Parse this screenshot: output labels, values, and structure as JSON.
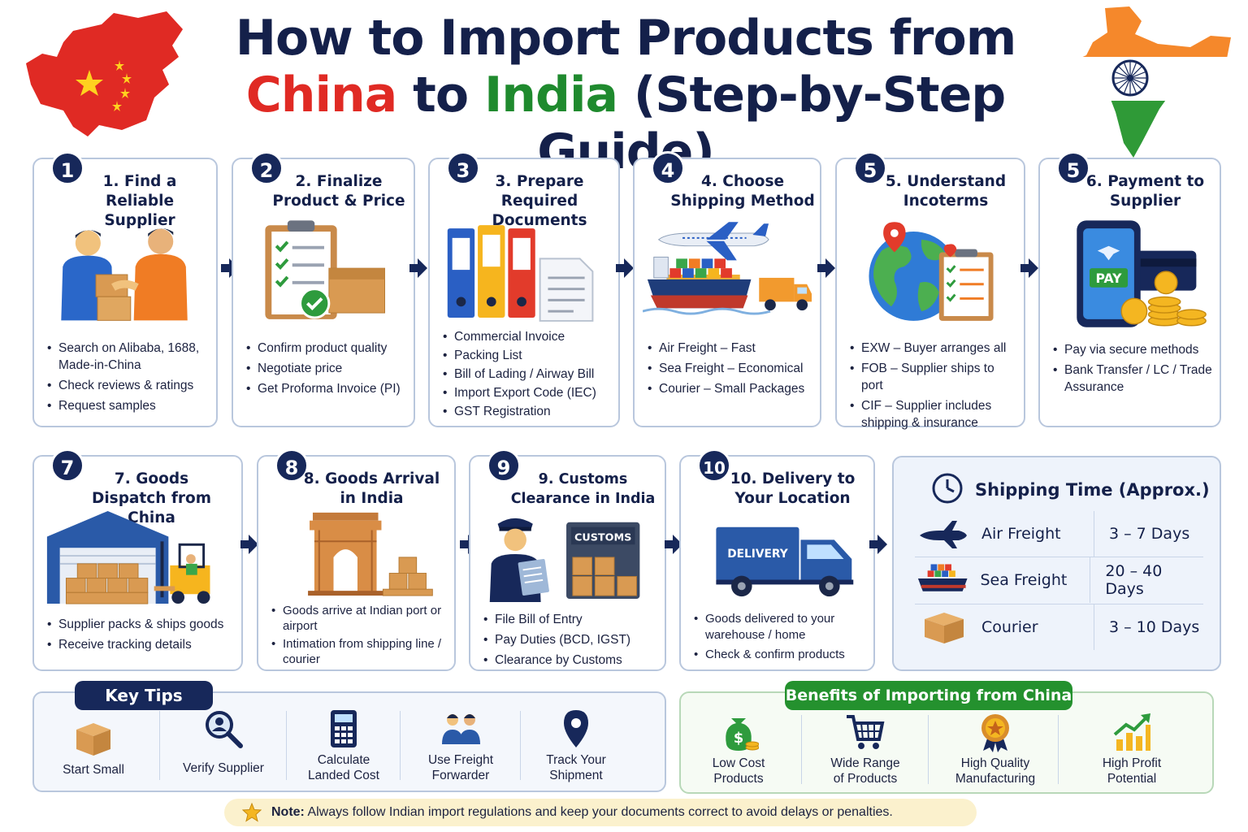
{
  "header": {
    "title_line1": "How to Import Products from",
    "title_china": "China",
    "title_to": " to ",
    "title_india": "India",
    "title_rest": " (Step-by-Step Guide)"
  },
  "colors": {
    "navy": "#17285a",
    "red": "#e02a24",
    "green": "#1f8a2e",
    "card_border": "#b9c7dd"
  },
  "steps": [
    {
      "badge": "1",
      "title": "1. Find a Reliable Supplier",
      "icon": "handshake-icon",
      "bullets": [
        "Search on Alibaba, 1688, Made-in-China",
        "Check reviews & ratings",
        "Request samples"
      ]
    },
    {
      "badge": "2",
      "title": "2. Finalize Product & Price",
      "icon": "clipboard-check-icon",
      "bullets": [
        "Confirm product quality",
        "Negotiate price",
        "Get Proforma Invoice (PI)"
      ]
    },
    {
      "badge": "3",
      "title": "3. Prepare Required Documents",
      "icon": "binders-icon",
      "bullets": [
        "Commercial Invoice",
        "Packing List",
        "Bill of Lading / Airway Bill",
        "Import Export Code (IEC)",
        "GST Registration"
      ]
    },
    {
      "badge": "4",
      "title": "4. Choose Shipping Method",
      "icon": "plane-ship-truck-icon",
      "bullets": [
        "Air Freight – Fast",
        "Sea Freight – Economical",
        "Courier – Small Packages"
      ]
    },
    {
      "badge": "5",
      "title": "5. Understand Incoterms",
      "icon": "globe-checklist-icon",
      "bullets": [
        "EXW – Buyer arranges all",
        "FOB – Supplier ships to port",
        "CIF – Supplier includes shipping & insurance"
      ]
    },
    {
      "badge": "5",
      "title": "6. Payment to Supplier",
      "icon": "phone-pay-icon",
      "pay_label": "PAY",
      "bullets": [
        "Pay via secure methods",
        "Bank Transfer / LC / Trade Assurance"
      ]
    },
    {
      "badge": "7",
      "title": "7. Goods Dispatch from China",
      "icon": "warehouse-forklift-icon",
      "bullets": [
        "Supplier packs & ships goods",
        "Receive tracking details"
      ]
    },
    {
      "badge": "8",
      "title": "8. Goods Arrival in India",
      "icon": "india-gate-icon",
      "bullets": [
        "Goods arrive at Indian port or airport",
        "Intimation from shipping line / courier"
      ]
    },
    {
      "badge": "9",
      "title": "9. Customs Clearance in India",
      "icon": "customs-officer-icon",
      "customs_label": "CUSTOMS",
      "bullets": [
        "File Bill of Entry",
        "Pay Duties (BCD, IGST)",
        "Clearance by Customs"
      ]
    },
    {
      "badge": "10",
      "title": "10. Delivery to Your Location",
      "icon": "delivery-truck-icon",
      "delivery_label": "DELIVERY",
      "bullets": [
        "Goods delivered to your warehouse / home",
        "Check & confirm products"
      ]
    }
  ],
  "shipping_time": {
    "title": "Shipping Time (Approx.)",
    "rows": [
      {
        "mode": "Air Freight",
        "days": "3 – 7 Days",
        "icon": "plane-icon"
      },
      {
        "mode": "Sea Freight",
        "days": "20 – 40 Days",
        "icon": "cargo-ship-icon"
      },
      {
        "mode": "Courier",
        "days": "3 – 10 Days",
        "icon": "box-icon"
      }
    ]
  },
  "key_tips": {
    "title": "Key Tips",
    "items": [
      {
        "label": "Start Small",
        "icon": "box-icon"
      },
      {
        "label": "Verify Supplier",
        "icon": "magnifier-user-icon"
      },
      {
        "label": "Calculate Landed Cost",
        "icon": "calculator-icon"
      },
      {
        "label": "Use Freight Forwarder",
        "icon": "people-icon"
      },
      {
        "label": "Track Your Shipment",
        "icon": "location-pin-icon"
      }
    ]
  },
  "benefits": {
    "title": "Benefits of Importing from China",
    "items": [
      {
        "label": "Low Cost Products",
        "icon": "money-bag-icon"
      },
      {
        "label": "Wide Range of Products",
        "icon": "shopping-cart-icon"
      },
      {
        "label": "High Quality Manufacturing",
        "icon": "quality-medal-icon"
      },
      {
        "label": "High Profit Potential",
        "icon": "growth-chart-icon"
      }
    ]
  },
  "note": {
    "prefix": "Note:",
    "text": " Always follow Indian import regulations and keep your documents correct to avoid delays or penalties."
  }
}
